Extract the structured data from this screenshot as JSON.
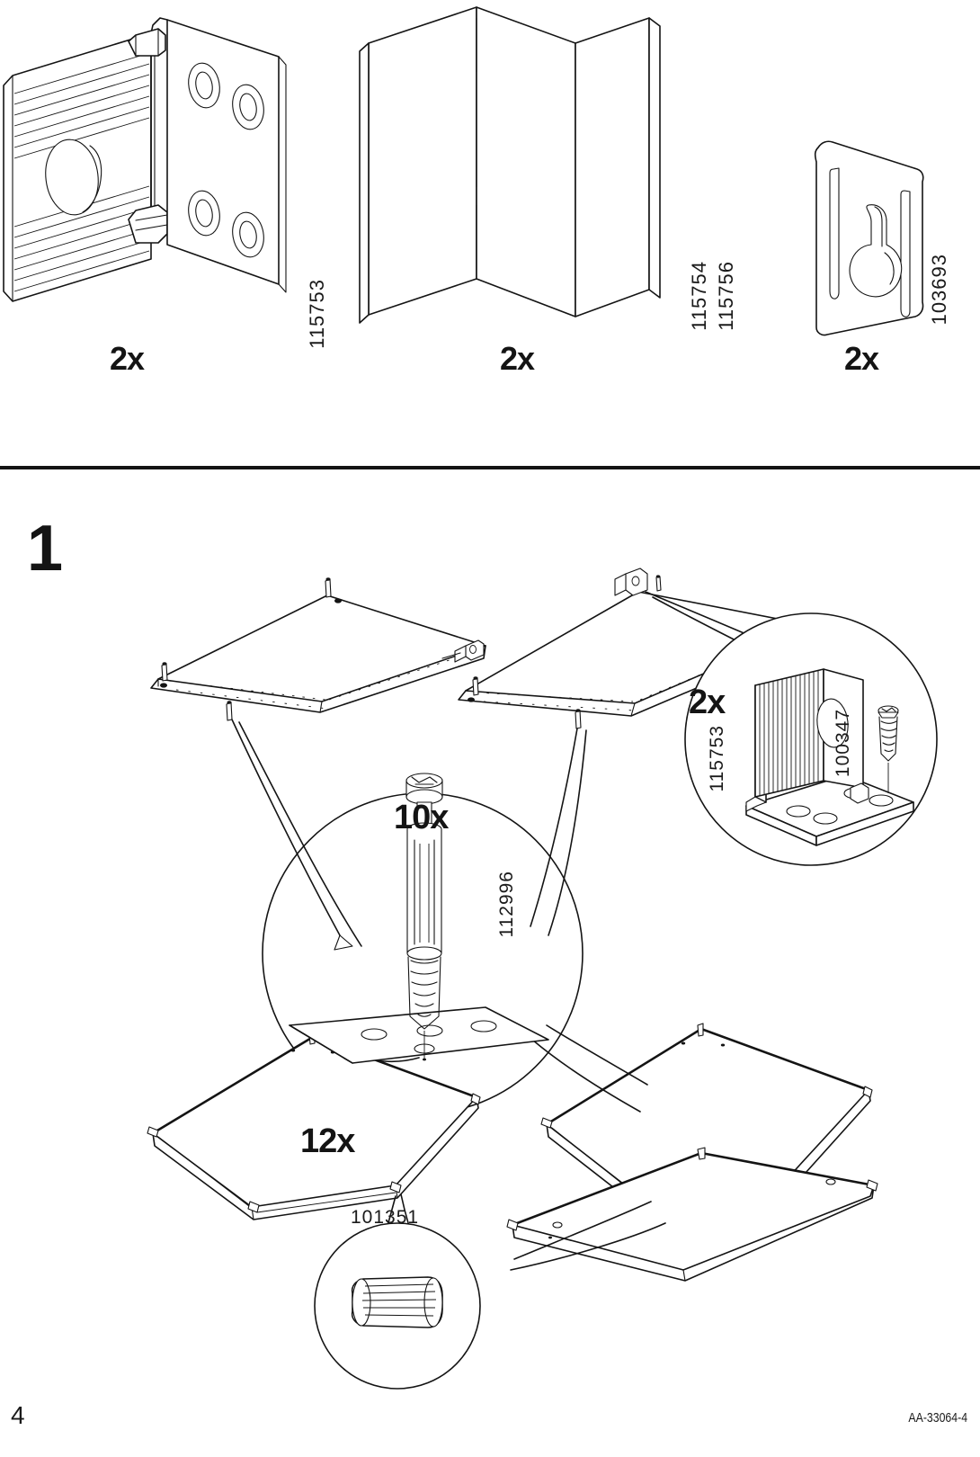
{
  "document": {
    "page_number": "4",
    "doc_code": "AA-33064-4",
    "sheet_width": 1090,
    "sheet_height": 1620
  },
  "parts_strip": {
    "items": [
      {
        "id": "part-fitting-corner",
        "icon": "corner-fitting-bracket-icon",
        "quantity": "2x",
        "part_numbers": [
          "115753"
        ]
      },
      {
        "id": "part-corner-panel",
        "icon": "folded-corner-panel-icon",
        "quantity": "2x",
        "part_numbers": [
          "115754",
          "115756"
        ]
      },
      {
        "id": "part-wall-bracket",
        "icon": "keyhole-wall-bracket-icon",
        "quantity": "2x",
        "part_numbers": [
          "103693"
        ]
      }
    ]
  },
  "step": {
    "number": "1",
    "callouts": [
      {
        "id": "callout-cam-screw",
        "icon": "cam-lock-screw-icon",
        "quantity": "10x",
        "part_number": "112996"
      },
      {
        "id": "callout-corner-fitting",
        "icon": "corner-fitting-assembly-icon",
        "quantity": "2x",
        "part_numbers": [
          "115753",
          "100347"
        ]
      },
      {
        "id": "callout-wood-dowel",
        "icon": "wood-dowel-icon",
        "quantity": "12x",
        "part_number": "101351"
      }
    ],
    "components": [
      {
        "id": "panel-top-left",
        "name": "long-side-panel-left"
      },
      {
        "id": "panel-top-right",
        "name": "long-side-panel-right"
      },
      {
        "id": "panel-bottom-left",
        "name": "pentagon-shelf-left"
      },
      {
        "id": "panel-bottom-right",
        "name": "pentagon-shelf-right"
      },
      {
        "id": "panel-bottom-plank",
        "name": "long-back-plank"
      }
    ]
  },
  "colors": {
    "ink": "#141414",
    "paper": "#ffffff"
  }
}
